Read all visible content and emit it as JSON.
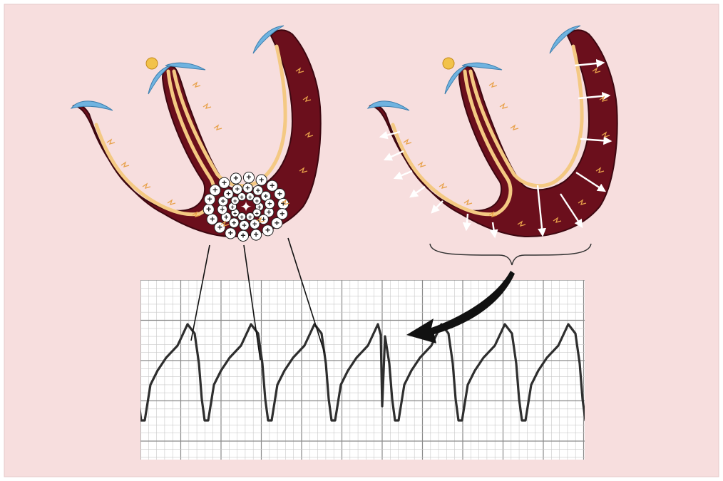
{
  "figure": {
    "background": "#f7dede",
    "border": "#e6c9c9",
    "myocardium": "#6b0f1c",
    "myocardium_edge": "#3d0710",
    "conduction": "#f4c983",
    "conduction_edge": "#b07a30",
    "purkinje": "#e8a14a",
    "valve": "#6fb3e0",
    "node": "#f2c24a",
    "arrow": "#ffffff",
    "ecg_trace": "#2e2e2e",
    "ecg_grid_minor": "#c9c9c9",
    "ecg_grid_major": "#8a8a8a",
    "ecg_paper": "#ffffff"
  },
  "panels": {
    "left": {
      "name": "ectopic-focus-heart",
      "focus_marker": "✦",
      "charge_symbol": "+"
    },
    "right": {
      "name": "spreading-depolarization-heart"
    }
  },
  "ecg": {
    "beats": 7,
    "premature_beat_index": 3
  }
}
